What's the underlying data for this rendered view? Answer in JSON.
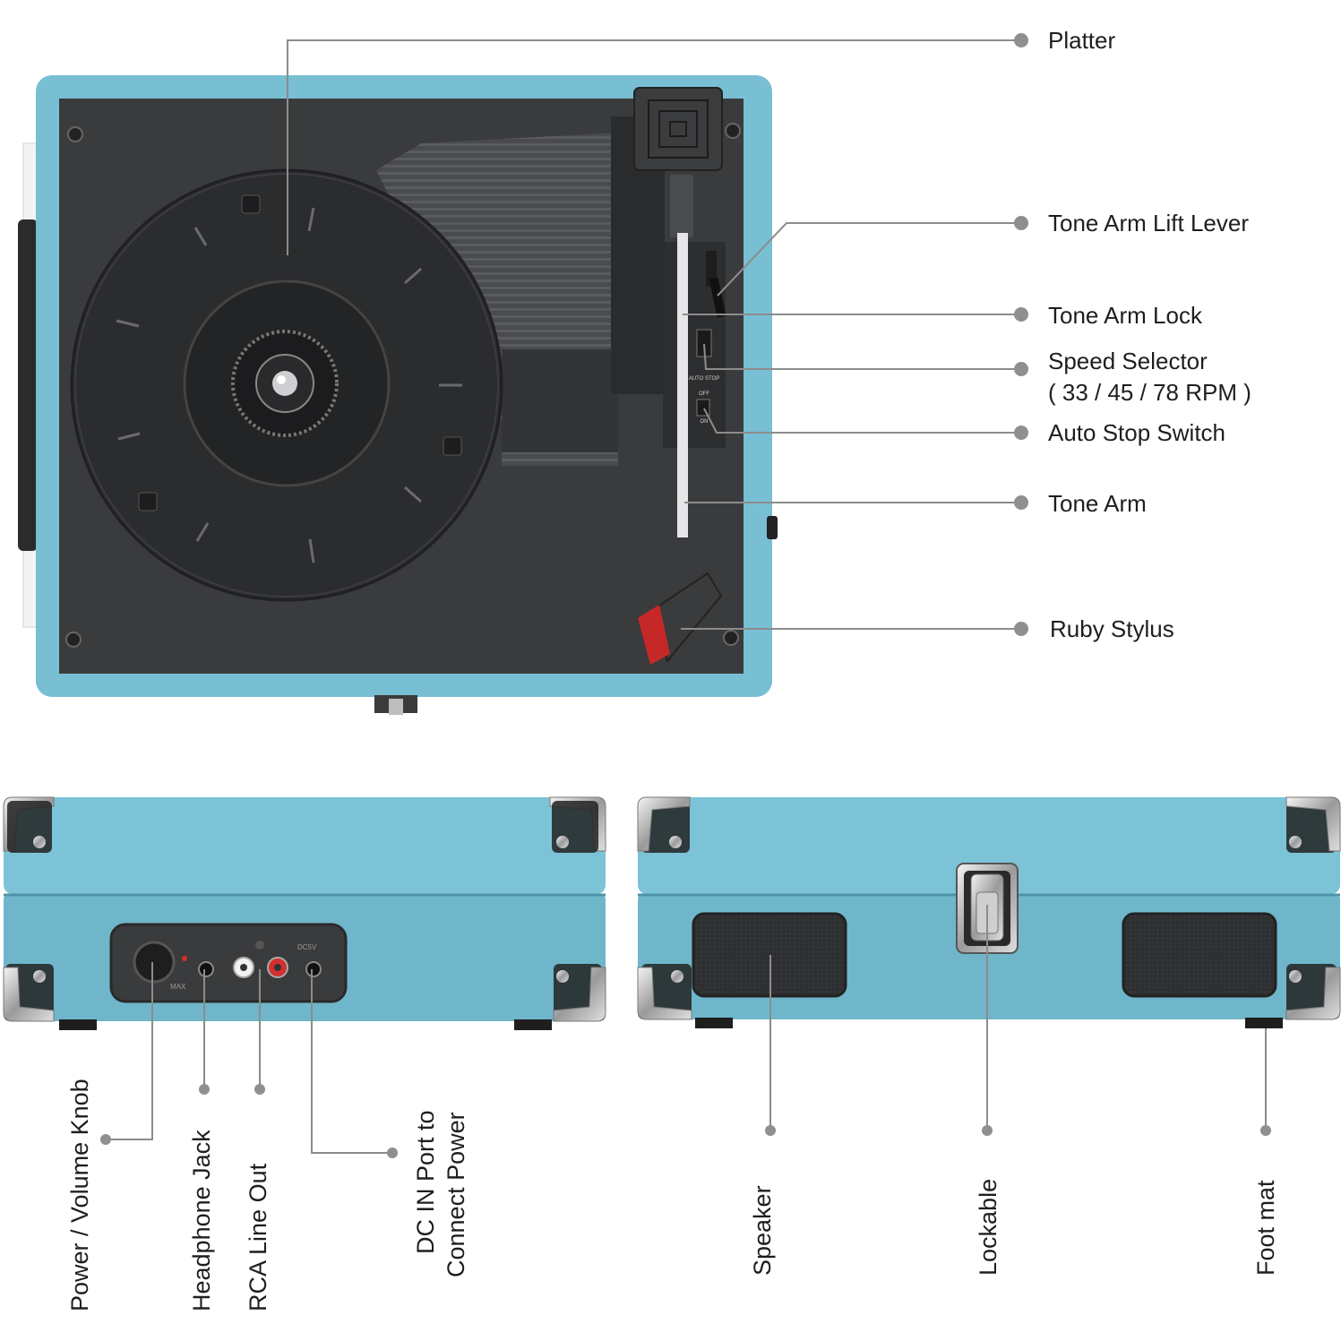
{
  "diagram": {
    "callouts_top": [
      {
        "id": "platter",
        "label": "Platter"
      },
      {
        "id": "tone-arm-lift-lever",
        "label": "Tone Arm Lift Lever"
      },
      {
        "id": "tone-arm-lock",
        "label": "Tone Arm Lock"
      },
      {
        "id": "speed-selector",
        "label": "Speed Selector",
        "sublabel": "( 33 / 45 / 78 RPM )"
      },
      {
        "id": "auto-stop-switch",
        "label": "Auto Stop Switch"
      },
      {
        "id": "tone-arm",
        "label": "Tone Arm"
      },
      {
        "id": "ruby-stylus",
        "label": "Ruby Stylus"
      }
    ],
    "callouts_bottom_left": [
      {
        "id": "power-volume-knob",
        "label": "Power / Volume Knob"
      },
      {
        "id": "headphone-jack",
        "label": "Headphone Jack"
      },
      {
        "id": "rca-line-out",
        "label": "RCA Line Out"
      },
      {
        "id": "dc-in-port",
        "line1": "DC IN Port to",
        "line2": "Connect Power"
      }
    ],
    "callouts_bottom_right": [
      {
        "id": "speaker",
        "label": "Speaker"
      },
      {
        "id": "lockable",
        "label": "Lockable"
      },
      {
        "id": "foot-mat",
        "label": "Foot mat"
      }
    ],
    "switch_markings": {
      "auto_stop": "AUTO STOP",
      "off": "OFF",
      "on": "ON",
      "knob_max": "MAX",
      "dc": "DC5V"
    },
    "colors": {
      "case_blue": "#78bfd4",
      "case_blue_dark": "#5ea9c0",
      "deck": "#3a3b3d",
      "platter": "#2b2c2e",
      "leader_line": "#8c8c8c",
      "dot": "#8f8f8f",
      "text": "#1e1e1e"
    }
  }
}
